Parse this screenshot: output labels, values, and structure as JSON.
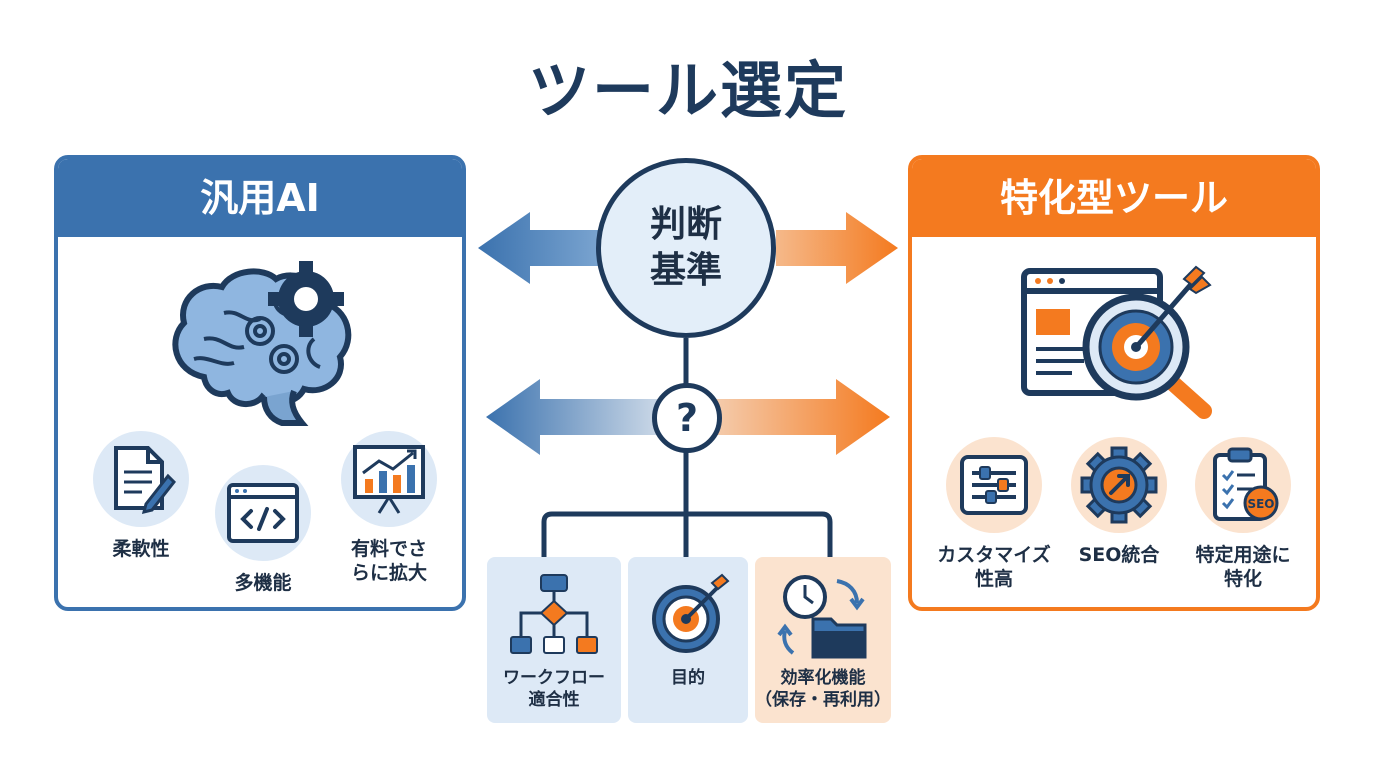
{
  "title": "ツール選定",
  "left_panel": {
    "header": "汎用AI",
    "hero_icon": "brain-gears-icon",
    "features": [
      {
        "label": "柔軟性",
        "icon": "document-pen-icon"
      },
      {
        "label": "多機能",
        "icon": "code-window-icon"
      },
      {
        "label_lines": [
          "有料でさ",
          "らに拡大"
        ],
        "icon": "growth-chart-icon"
      }
    ]
  },
  "right_panel": {
    "header": "特化型ツール",
    "hero_icon": "browser-target-magnifier-icon",
    "features": [
      {
        "label_lines": [
          "カスタマイズ",
          "性高"
        ],
        "icon": "sliders-icon"
      },
      {
        "label": "SEO統合",
        "icon": "gear-arrow-icon"
      },
      {
        "label_lines": [
          "特定用途に",
          "特化"
        ],
        "icon": "clipboard-seo-icon",
        "badge": "SEO"
      }
    ]
  },
  "center": {
    "criteria_lines": [
      "判断",
      "基準"
    ],
    "question": "?",
    "cards": [
      {
        "label_lines": [
          "ワークフロー",
          "適合性"
        ],
        "icon": "flowchart-icon"
      },
      {
        "label": "目的",
        "icon": "target-icon"
      },
      {
        "label_lines": [
          "効率化機能",
          "（保存・再利用）"
        ],
        "icon": "clock-folder-icon"
      }
    ]
  },
  "colors": {
    "blue": "#3b72ae",
    "orange": "#f47a1f",
    "navy": "#1e3a5c",
    "light_blue": "#dde9f6",
    "light_orange": "#fbe3cf"
  }
}
